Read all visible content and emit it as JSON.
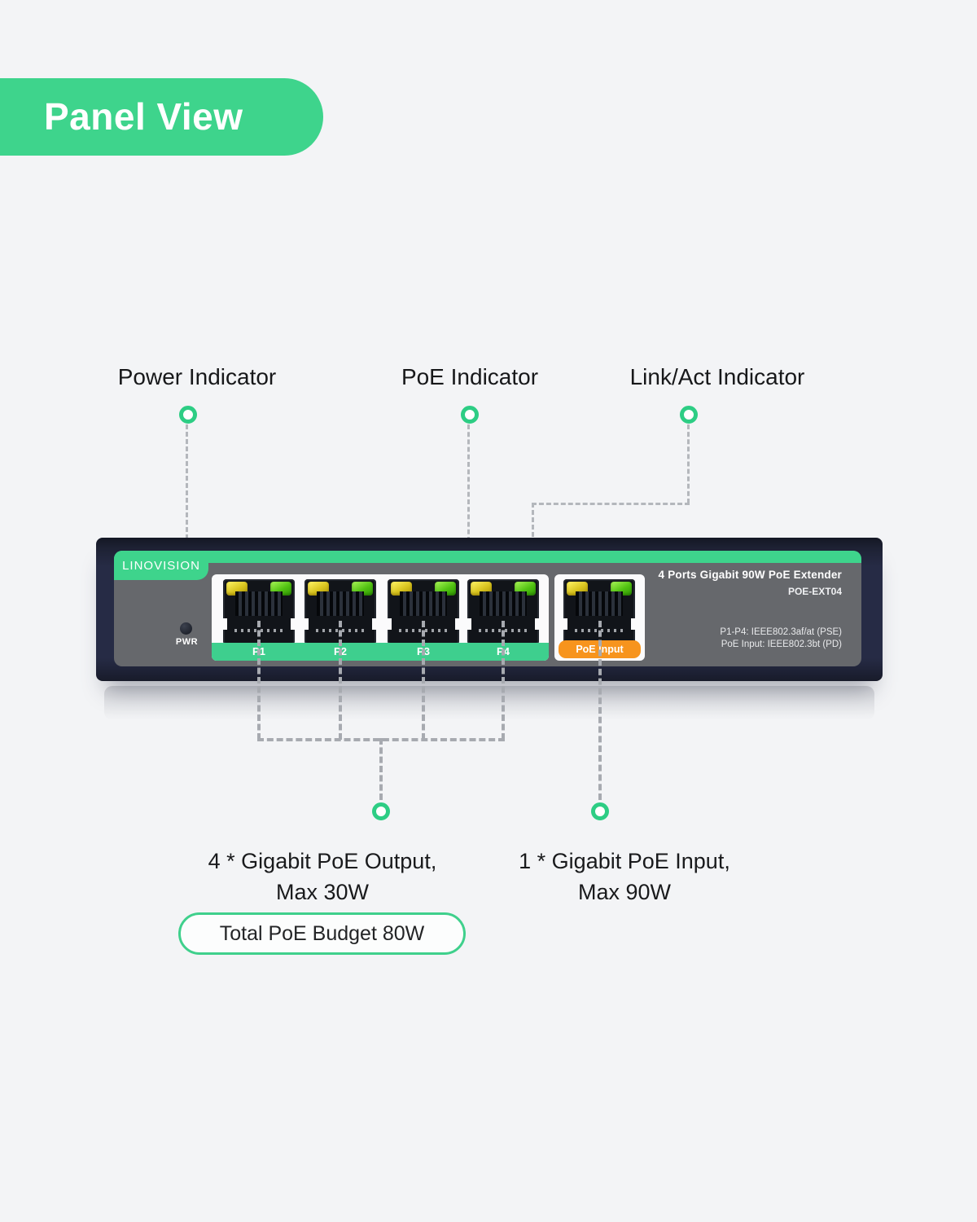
{
  "title": {
    "label": "Panel View"
  },
  "indicators": {
    "power": "Power Indicator",
    "poe": "PoE Indicator",
    "linkact": "Link/Act Indicator"
  },
  "device": {
    "brand": "LINOVISION",
    "product_title": "4 Ports Gigabit 90W PoE Extender",
    "model": "POE-EXT04",
    "spec_pse": "P1-P4: IEEE802.3af/at (PSE)",
    "spec_pd": "PoE Input: IEEE802.3bt (PD)",
    "power_led_label": "PWR",
    "ports": [
      {
        "label": "P1"
      },
      {
        "label": "P2"
      },
      {
        "label": "P3"
      },
      {
        "label": "P4"
      }
    ],
    "input_port_label": "PoE Input"
  },
  "annotations": {
    "output_line1": "4 * Gigabit PoE Output,",
    "output_line2": "Max 30W",
    "input_line1": "1 * Gigabit PoE Input,",
    "input_line2": "Max 90W",
    "budget": "Total PoE Budget 80W"
  },
  "colors": {
    "accent_green": "#3ed48c",
    "strip_orange": "#f7941d",
    "led_yellow": "#e8d63a",
    "led_green": "#5ccc1e",
    "device_body": "#232741",
    "faceplate_gray": "#66686c"
  }
}
